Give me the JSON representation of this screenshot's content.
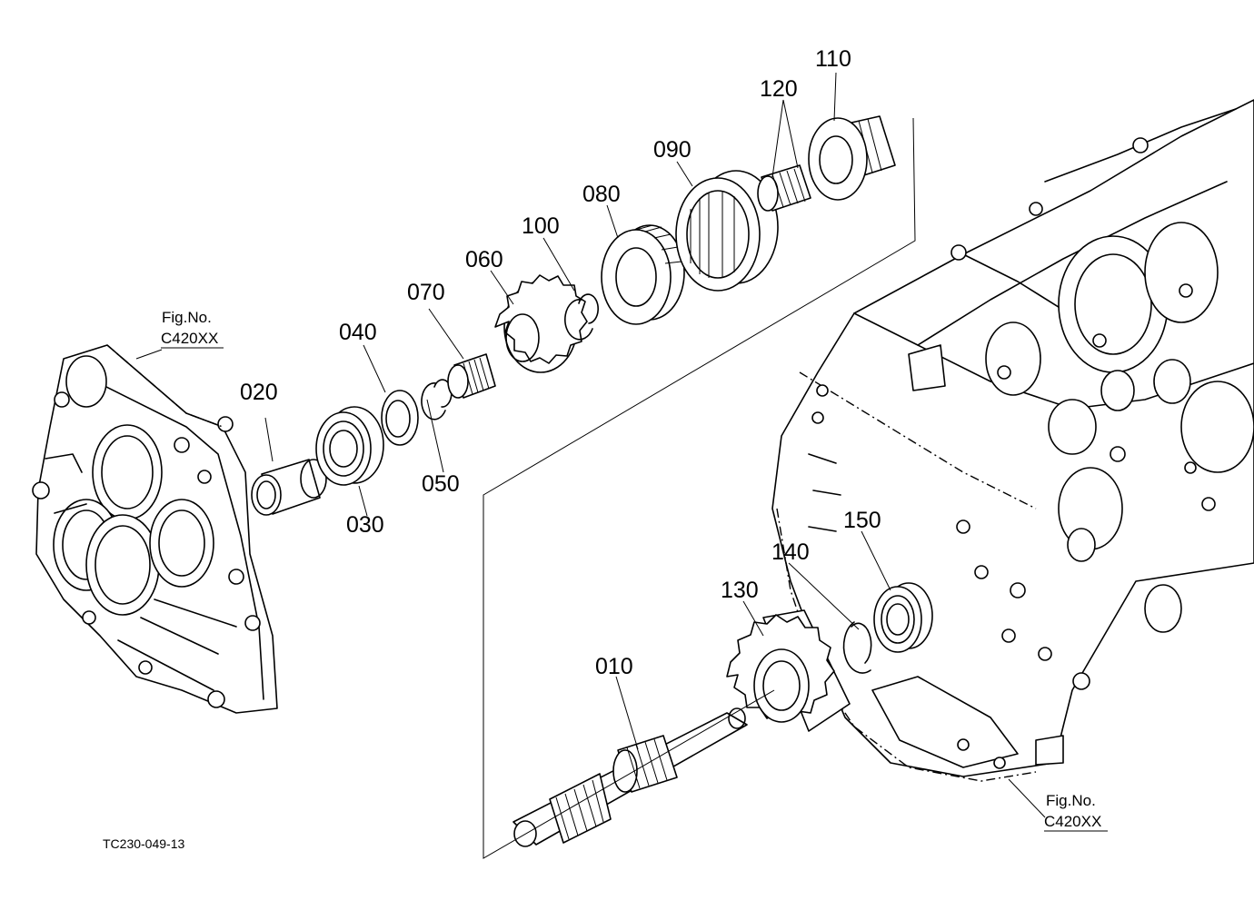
{
  "diagram": {
    "drawing_code": "TC230-049-13",
    "fig_refs": [
      {
        "id": "left",
        "line1": "Fig.No.",
        "line2": "C420XX"
      },
      {
        "id": "right",
        "line1": "Fig.No.",
        "line2": "C420XX"
      }
    ],
    "parts": [
      {
        "no": "010"
      },
      {
        "no": "020"
      },
      {
        "no": "030"
      },
      {
        "no": "040"
      },
      {
        "no": "050"
      },
      {
        "no": "060"
      },
      {
        "no": "070"
      },
      {
        "no": "080"
      },
      {
        "no": "090"
      },
      {
        "no": "100"
      },
      {
        "no": "110"
      },
      {
        "no": "120"
      },
      {
        "no": "130"
      },
      {
        "no": "140"
      },
      {
        "no": "150"
      }
    ]
  }
}
